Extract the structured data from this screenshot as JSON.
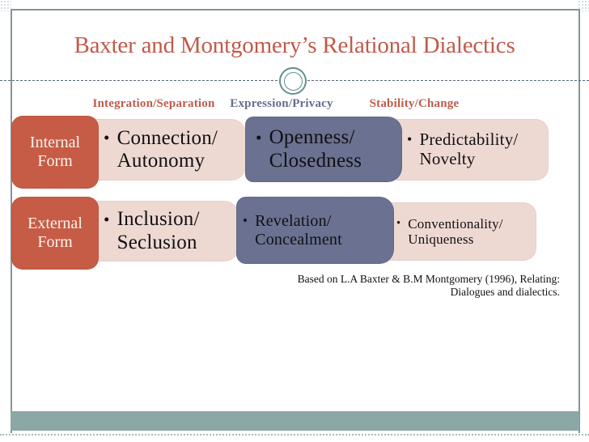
{
  "theme": {
    "accent_red": "#C05A4B",
    "label_box_orange": "#C65C45",
    "cell_pink": "#EED9D2",
    "cell_slate": "#6A7191",
    "header_blue": "#646E8E",
    "bottom_bar_teal": "#8BA8A6",
    "frame_border": "#839598"
  },
  "slide": {
    "title": "Baxter and Montgomery’s Relational Dialectics",
    "bullet": "•",
    "headers": [
      {
        "label": "Integration/Separation"
      },
      {
        "label": "Expression/Privacy"
      },
      {
        "label": "Stability/Change"
      }
    ],
    "rows": [
      {
        "label_line1": "Internal",
        "label_line2": "Form",
        "cells": [
          {
            "line1": "Connection/",
            "line2": "Autonomy"
          },
          {
            "line1": "Openness/",
            "line2": "Closedness"
          },
          {
            "line1": "Predictability/",
            "line2": "Novelty"
          }
        ]
      },
      {
        "label_line1": "External",
        "label_line2": "Form",
        "cells": [
          {
            "line1": "Inclusion/",
            "line2": "Seclusion"
          },
          {
            "line1": "Revelation/",
            "line2": "Concealment"
          },
          {
            "line1": "Conventionality/",
            "line2": "Uniqueness"
          }
        ]
      }
    ],
    "citation": {
      "line1": "Based on L.A Baxter & B.M Montgomery (1996), Relating:",
      "line2": "Dialogues and dialectics."
    }
  }
}
